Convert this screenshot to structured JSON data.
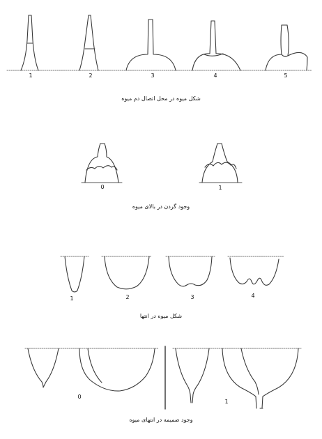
{
  "panels": [
    {
      "caption": "شکل میوه در محل اتصال دم میوه",
      "labels": [
        "1",
        "2",
        "3",
        "4",
        "5"
      ]
    },
    {
      "caption": "وجود گردن در بالای میوه",
      "labels": [
        "0",
        "1"
      ]
    },
    {
      "caption": "شکل میوه در انتها",
      "labels": [
        "1",
        "2",
        "3",
        "4"
      ]
    },
    {
      "caption": "وجود ضمیمه در انتهای میوه",
      "labels": [
        "0",
        "1"
      ]
    }
  ],
  "colors": {
    "ink": "#3a3a3a",
    "ground": "#777777"
  }
}
